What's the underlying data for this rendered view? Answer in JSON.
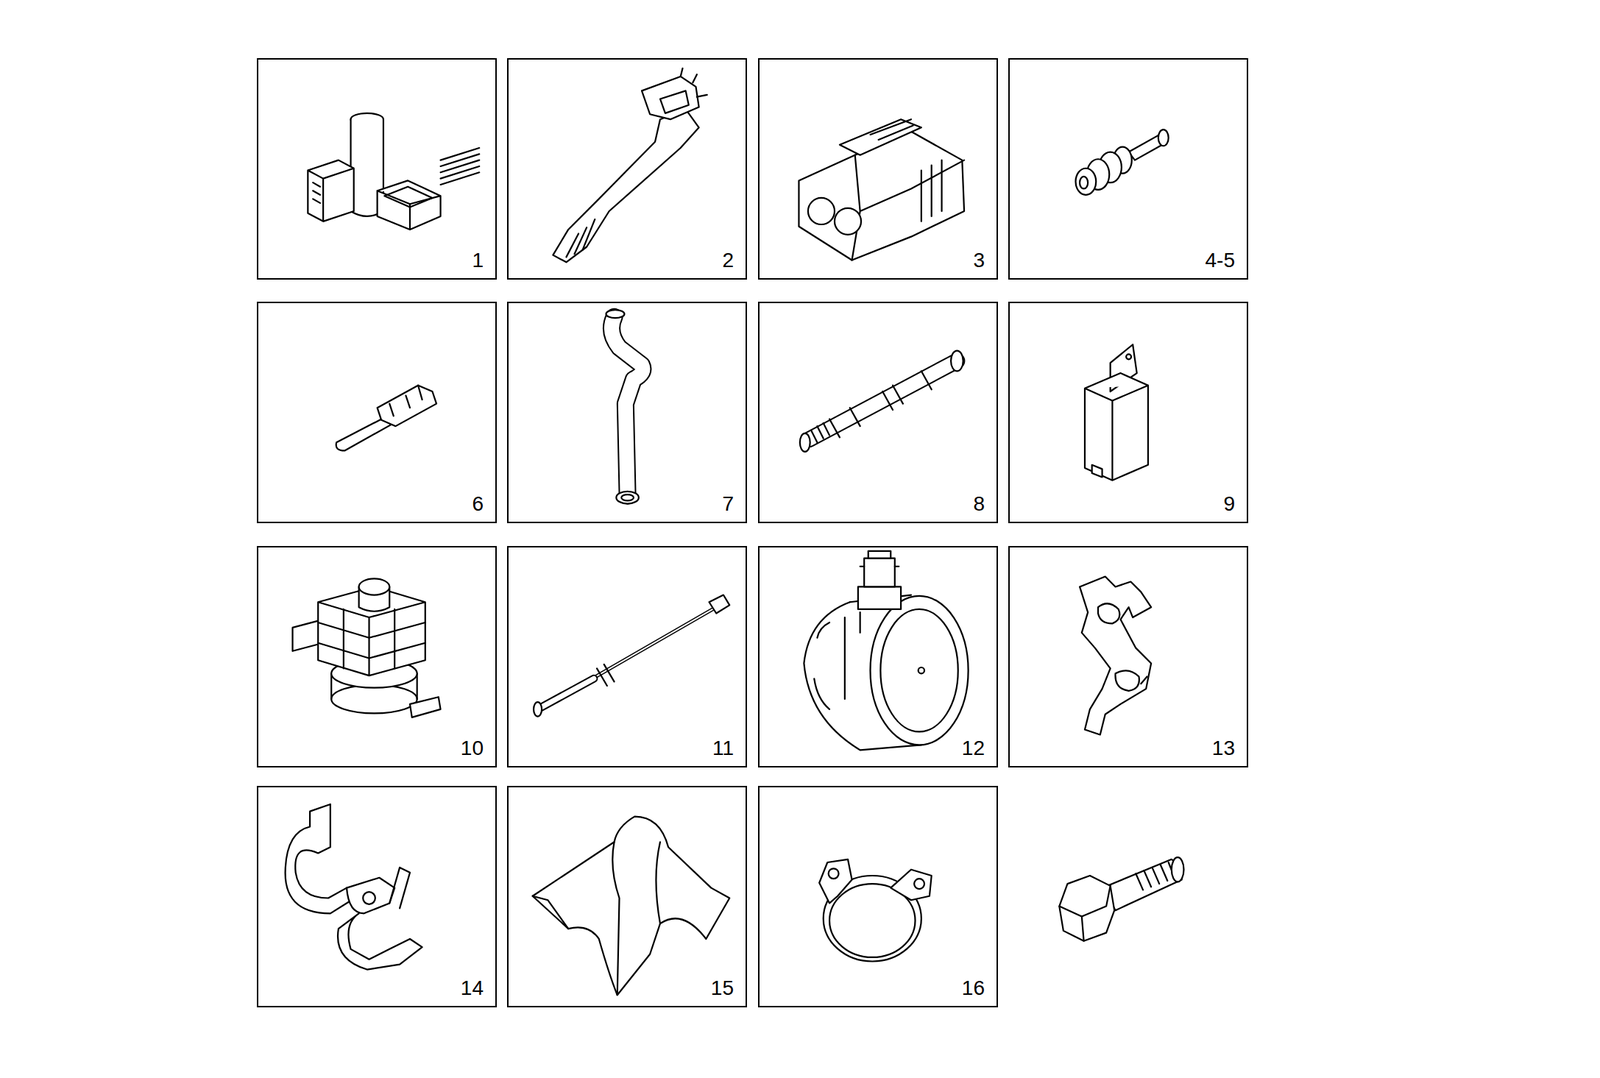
{
  "diagram": {
    "nodes": [
      {
        "text": [
          "1"
        ]
      },
      {
        "text": [
          "2"
        ]
      },
      {
        "text": [
          "3"
        ]
      },
      {
        "text": [
          "4-5"
        ]
      },
      {
        "text": [
          "6"
        ]
      },
      {
        "text": [
          "7"
        ]
      },
      {
        "text": [
          "8"
        ]
      },
      {
        "text": [
          "9"
        ]
      },
      {
        "text": [
          "10"
        ]
      },
      {
        "text": [
          "11"
        ]
      },
      {
        "text": [
          "12"
        ]
      },
      {
        "text": [
          "13"
        ]
      },
      {
        "text": [
          "14"
        ]
      },
      {
        "text": [
          "15"
        ]
      },
      {
        "text": [
          "16"
        ]
      }
    ]
  }
}
